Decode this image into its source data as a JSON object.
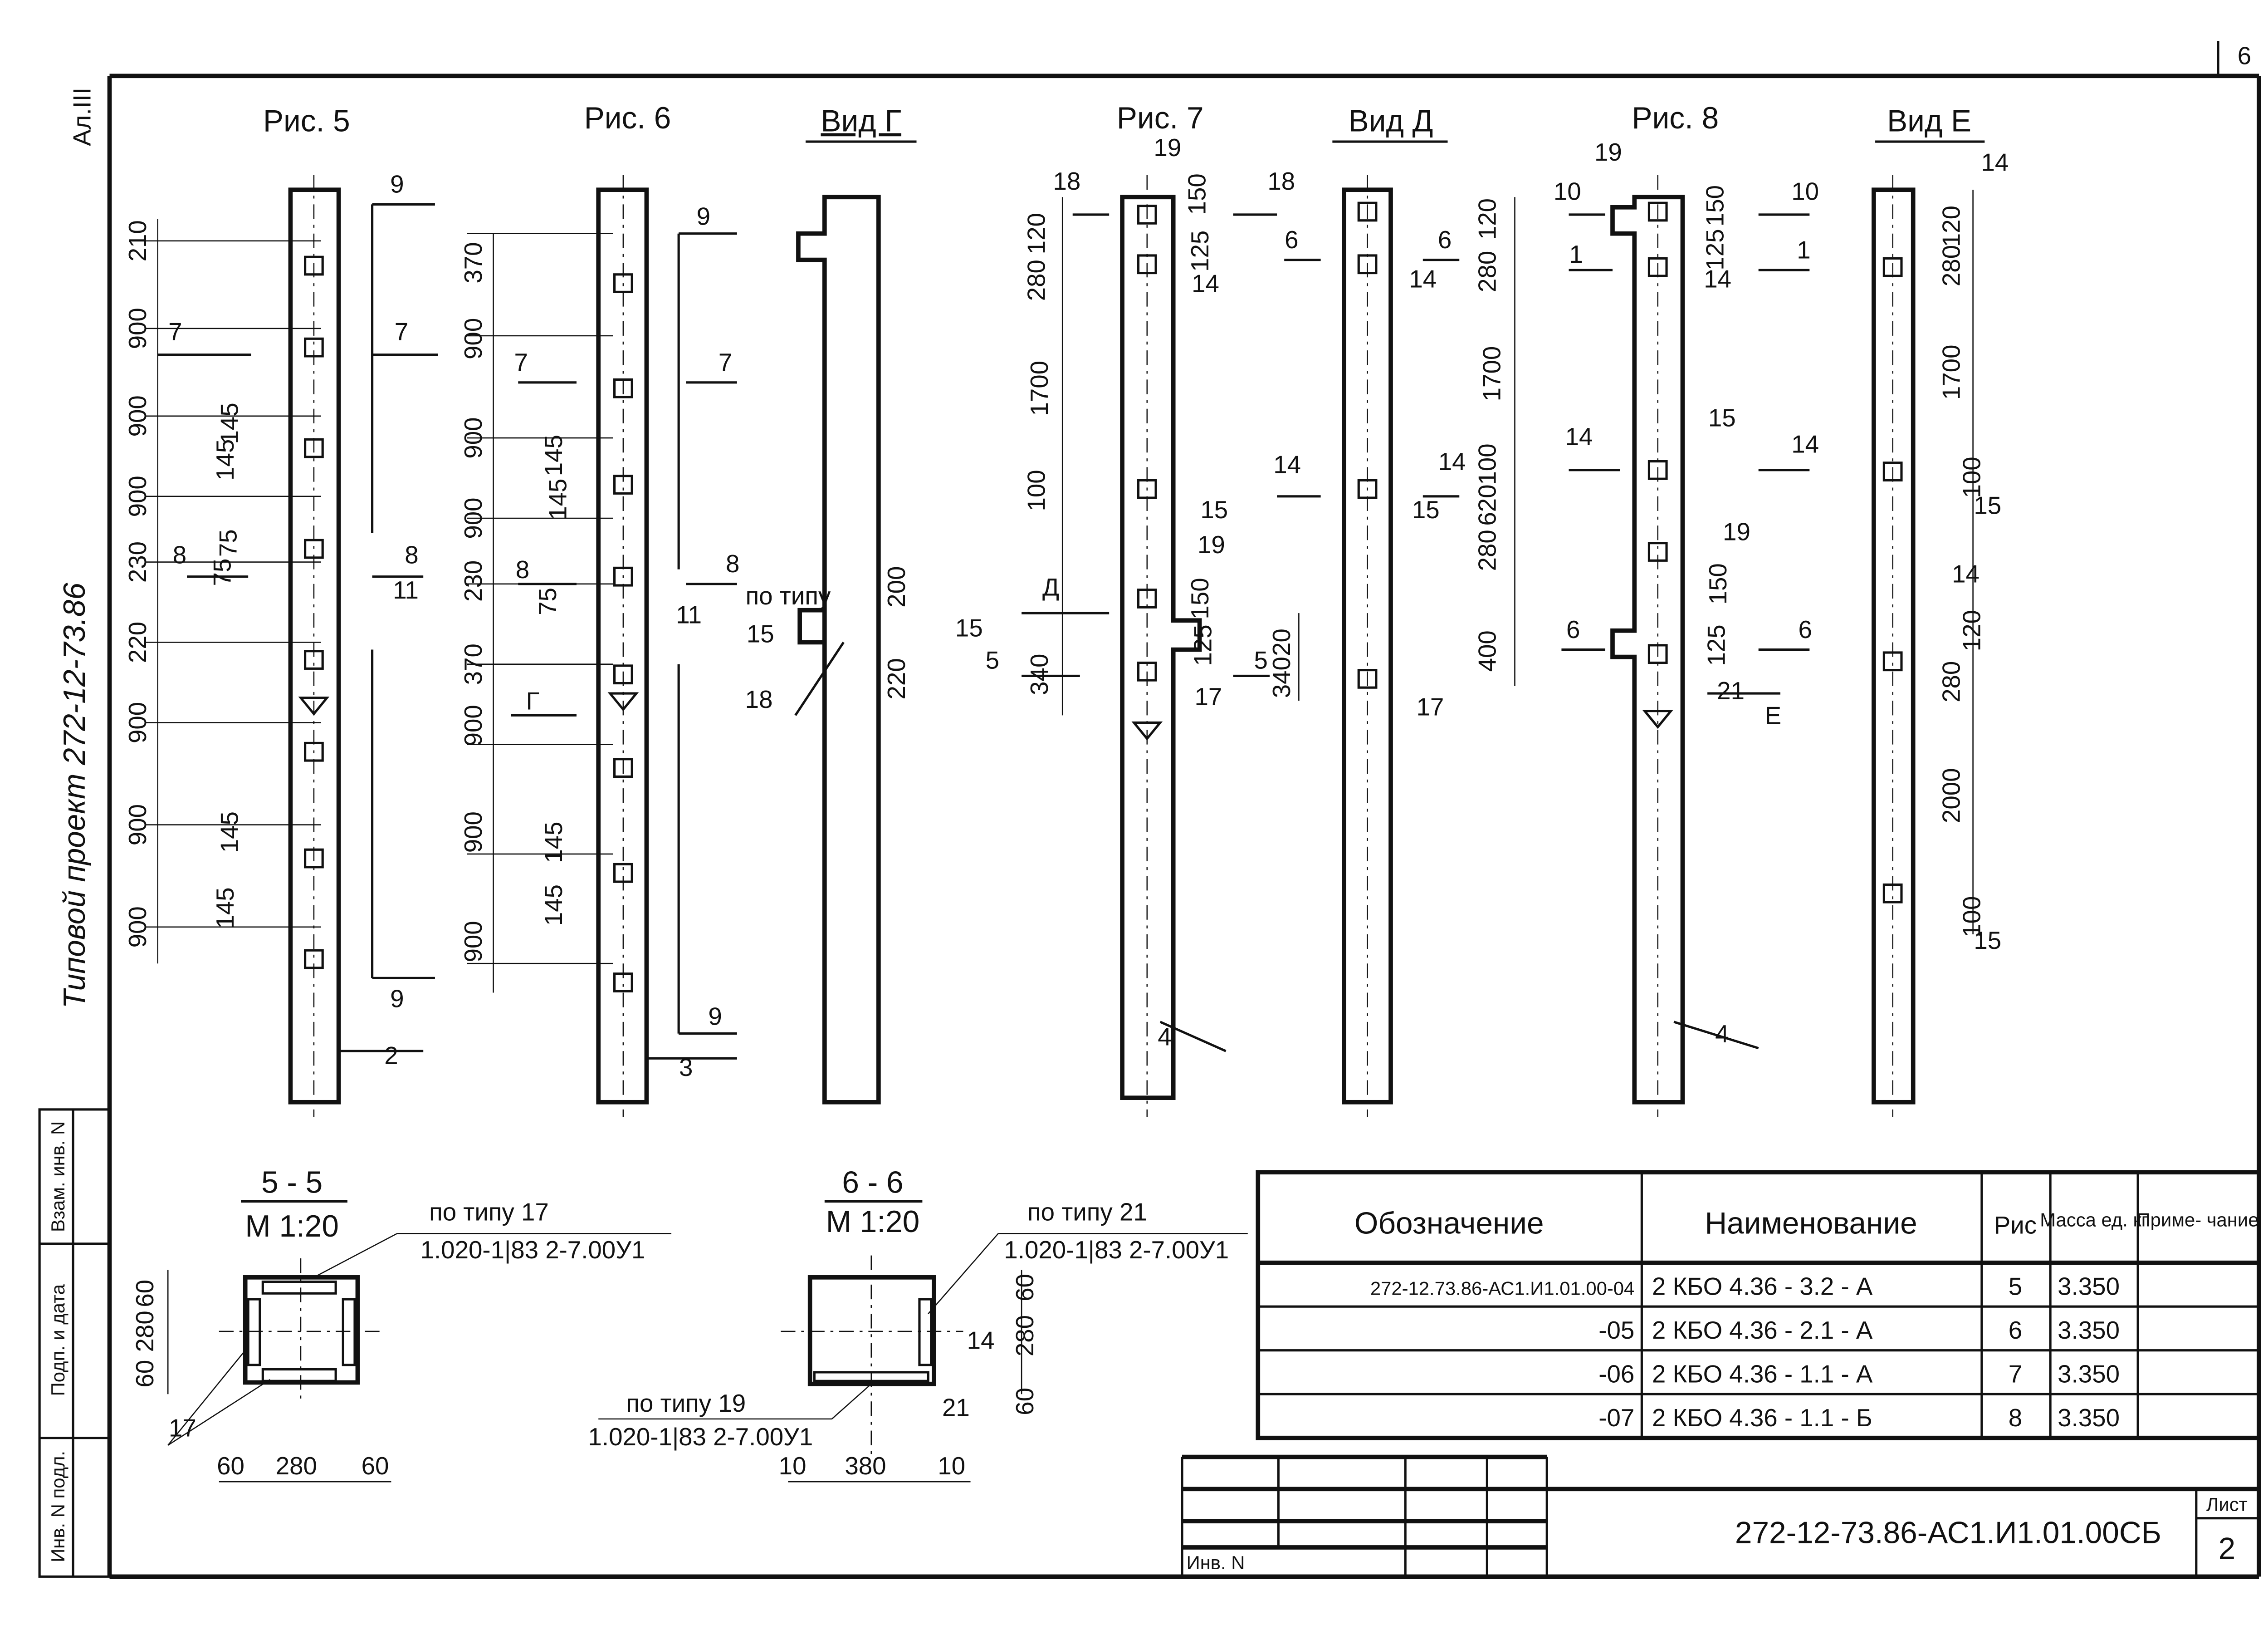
{
  "sheet_number_top": "6",
  "margin": {
    "project": "Типовой проект 272-12-73.86",
    "album": "Ал.III"
  },
  "stamp_left": [
    "Взам. инв. N",
    "Подп. и дата",
    "Инв. N подл."
  ],
  "figure_titles": [
    "Рис. 5",
    "Рис. 6",
    "Вид Г",
    "Рис. 7",
    "Вид Д",
    "Рис. 8",
    "Вид Е"
  ],
  "annotations": {
    "fig5": [
      "210",
      "900",
      "900",
      "900",
      "230",
      "220",
      "900",
      "900",
      "900",
      "145",
      "145",
      "75",
      "75",
      "145",
      "145",
      "7",
      "7",
      "8",
      "8",
      "9",
      "9",
      "2",
      "11"
    ],
    "fig6": [
      "370",
      "900",
      "900",
      "900",
      "230",
      "370",
      "900",
      "900",
      "900",
      "145",
      "145",
      "75",
      "145",
      "145",
      "7",
      "7",
      "8",
      "8",
      "Г",
      "9",
      "9",
      "3",
      "11"
    ],
    "figG": [
      "по типу",
      "15",
      "18",
      "200",
      "220",
      "15"
    ],
    "fig7": [
      "18",
      "19",
      "18",
      "150",
      "120",
      "280",
      "125",
      "14",
      "1700",
      "100",
      "15",
      "19",
      "150",
      "Д",
      "5",
      "5",
      "125",
      "340",
      "17",
      "4"
    ],
    "figD": [
      "6",
      "6",
      "14",
      "14",
      "14",
      "15",
      "20",
      "340",
      "17"
    ],
    "fig8": [
      "10",
      "19",
      "10",
      "150",
      "1",
      "1",
      "125",
      "120",
      "280",
      "14",
      "1700",
      "14",
      "15",
      "14",
      "100",
      "620",
      "280",
      "19",
      "150",
      "6",
      "125",
      "6",
      "400",
      "21",
      "Е",
      "4"
    ],
    "figE": [
      "14",
      "120",
      "280",
      "1700",
      "100",
      "15",
      "14",
      "120",
      "280",
      "2000",
      "100",
      "15"
    ],
    "sec55": [
      "5 - 5",
      "М 1:20",
      "по типу 17",
      "1.020-1|83 2-7.00У1",
      "60",
      "280",
      "60",
      "17",
      "60",
      "280",
      "60"
    ],
    "sec66": [
      "6 - 6",
      "М 1:20",
      "по типу 21",
      "1.020-1|83 2-7.00У1",
      "14",
      "60",
      "280",
      "60",
      "по типу 19",
      "1.020-1|83 2-7.00У1",
      "21",
      "10",
      "380",
      "10"
    ]
  },
  "table": {
    "headers": [
      "Обозначение",
      "Наименование",
      "Рис",
      "Масса ед. кг",
      "Приме- чание"
    ],
    "rows": [
      [
        "272-12.73.86-АС1.И1.01.00-04",
        "2 КБО 4.36 - 3.2 - А",
        "5",
        "3.350",
        ""
      ],
      [
        "-05",
        "2 КБО 4.36 - 2.1 - А",
        "6",
        "3.350",
        ""
      ],
      [
        "-06",
        "2 КБО 4.36 - 1.1 - А",
        "7",
        "3.350",
        ""
      ],
      [
        "-07",
        "2 КБО 4.36 - 1.1 - Б",
        "8",
        "3.350",
        ""
      ]
    ]
  },
  "title_block": {
    "code": "272-12-73.86-АС1.И1.01.00СБ",
    "sheet_label": "Лист",
    "sheet": "2",
    "inv_label": "Инв. N"
  }
}
